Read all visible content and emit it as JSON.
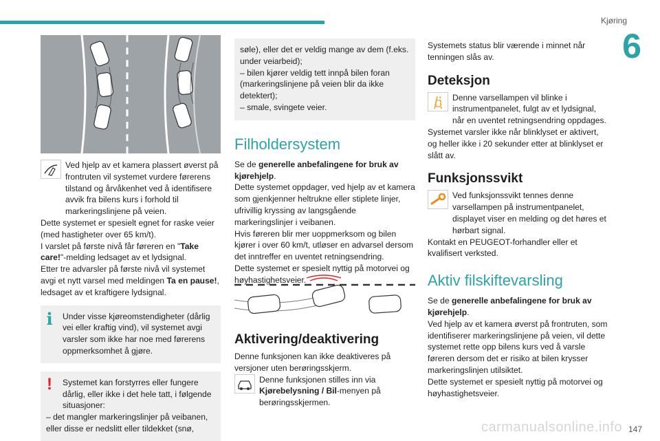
{
  "header": {
    "chapter_title": "Kjøring",
    "chapter_number": "6"
  },
  "footer": {
    "page_number": "147",
    "watermark": "carmanualsonline.info"
  },
  "col1": {
    "intro_line1": "Ved hjelp av et kamera plassert øverst på frontruten vil systemet vurdere førerens tilstand og årvåkenhet ved å identifisere avvik fra bilens kurs i forhold til markeringslinjene på veien.",
    "intro_line2": "Dette systemet er spesielt egnet for raske veier (med hastigheter over 65 km/t).",
    "warn_pre": "I varslet på første nivå får føreren en \"",
    "warn_bold1": "Take care!",
    "warn_mid": "\"-melding ledsaget av et lydsignal.",
    "warn2_pre": "Etter tre advarsler på første nivå vil systemet avgi et nytt varsel med meldingen ",
    "warn2_bold": "Ta en pause!",
    "warn2_post": ", ledsaget av et kraftigere lydsignal.",
    "info_box": "Under visse kjøreomstendigheter (dårlig vei eller kraftig vind), vil systemet avgi varsler som ikke har noe med førerens oppmerksomhet å gjøre.",
    "alert_box_line1": "Systemet kan forstyrres eller fungere dårlig, eller ikke i det hele tatt, i følgende situasjoner:",
    "alert_box_line2": "– det mangler markeringslinjer på veibanen, eller disse er nedslitt eller tildekket (snø,"
  },
  "col2": {
    "cont_box_line1": "søle), eller det er veldig mange av dem (f.eks. under veiarbeid);",
    "cont_box_line2": "– bilen kjører veldig tett innpå bilen foran (markeringslinjene på veien blir da ikke detektert);",
    "cont_box_line3": "– smale, svingete veier.",
    "h_filholder": "Filholdersystem",
    "fil_pre": "Se de ",
    "fil_bold": "generelle anbefalingene for bruk av kjørehjelp",
    "fil_post": ".",
    "fil_p2": "Dette systemet oppdager, ved hjelp av et kamera som gjenkjenner heltrukne eller stiplete linjer, ufrivillig kryssing av langsgående markeringslinjer i veibanen.",
    "fil_p3": "Hvis føreren blir mer uoppmerksom og bilen kjører i over 60 km/t, utløser en advarsel dersom det inntreffer en uventet retningsendring.",
    "fil_p4": "Dette systemet er spesielt nyttig på motorvei og høyhastighetsveier.",
    "h_aktivering": "Aktivering/deaktivering",
    "akt_p1": "Denne funksjonen kan ikke deaktiveres på versjoner uten berøringsskjerm.",
    "akt_p2_pre": "Denne funksjonen stilles inn via ",
    "akt_p2_bold": "Kjørebelysning / Bil",
    "akt_p2_post": "-menyen på berøringsskjermen."
  },
  "col3": {
    "p1": "Systemets status blir værende i minnet når tenningen slås av.",
    "h_deteksjon": "Deteksjon",
    "det_p1": "Denne varsellampen vil blinke i instrumentpanelet, fulgt av et lydsignal, når en uventet retningsendring oppdages.",
    "det_p2": "Systemet varsler ikke når blinklyset er aktivert, og heller ikke i 20 sekunder etter at blinklyset er slått av.",
    "h_funksjonssvikt": "Funksjonssvikt",
    "fun_p1": "Ved funksjonssvikt tennes denne varsellampen på instrumentpanelet, displayet viser en melding og det høres et hørbart signal.",
    "fun_p2": "Kontakt en PEUGEOT-forhandler eller et kvalifisert verksted.",
    "h_aktiv": "Aktiv filskiftevarsling",
    "akt_pre": "Se de ",
    "akt_bold": "generelle anbefalingene for bruk av kjørehjelp",
    "akt_post": ".",
    "akt_p2": "Ved hjelp av et kamera øverst på frontruten, som identifiserer markeringslinjene på veien, vil dette systemet rette opp bilens kurs ved å varsle føreren dersom det er risiko at bilen krysser markeringslinjen utilsiktet.",
    "akt_p3": "Dette systemet er spesielt nyttig på motorvei og høyhastighetsveier."
  },
  "icons": {
    "hand_steering": "steering-hand-icon",
    "info": "info-icon",
    "warning": "warning-icon",
    "lane_departure": "lane-departure-lamp-icon",
    "wrench": "wrench-icon",
    "car_menu": "car-menu-icon"
  },
  "colors": {
    "accent": "#2aa3a9",
    "warning": "#e02328",
    "wrench": "#f08a1c"
  }
}
